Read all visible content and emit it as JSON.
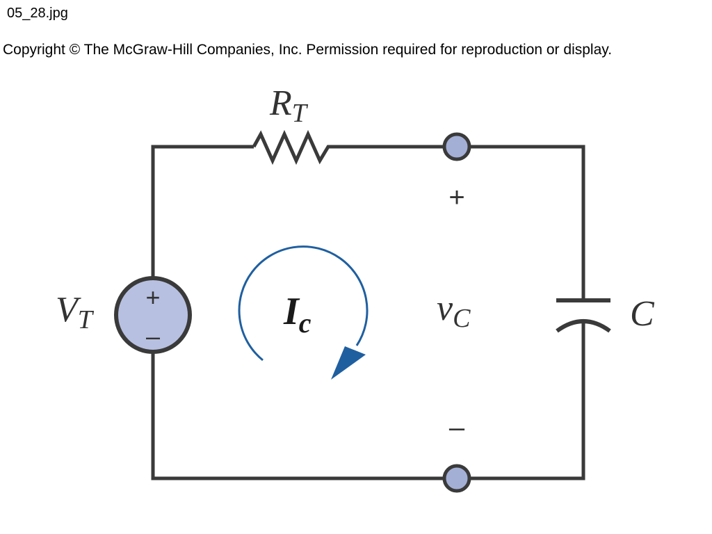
{
  "header": {
    "filename": "05_28.jpg",
    "copyright": "Copyright © The McGraw-Hill Companies, Inc. Permission required for reproduction or display."
  },
  "diagram": {
    "resistor": {
      "label_main": "R",
      "label_sub": "T"
    },
    "source": {
      "label_main": "V",
      "label_sub": "T",
      "plus": "+",
      "minus": "–"
    },
    "current": {
      "label_main": "I",
      "label_sub": "c"
    },
    "capacitor_voltage": {
      "label_main": "v",
      "label_sub": "C",
      "plus": "+",
      "minus": "–"
    },
    "capacitor": {
      "label": "C"
    }
  },
  "colors": {
    "wire": "#3a3a3a",
    "node_fill": "#a4afd6",
    "source_fill": "#b7c0e0",
    "current_arrow": "#1f5fa0"
  }
}
